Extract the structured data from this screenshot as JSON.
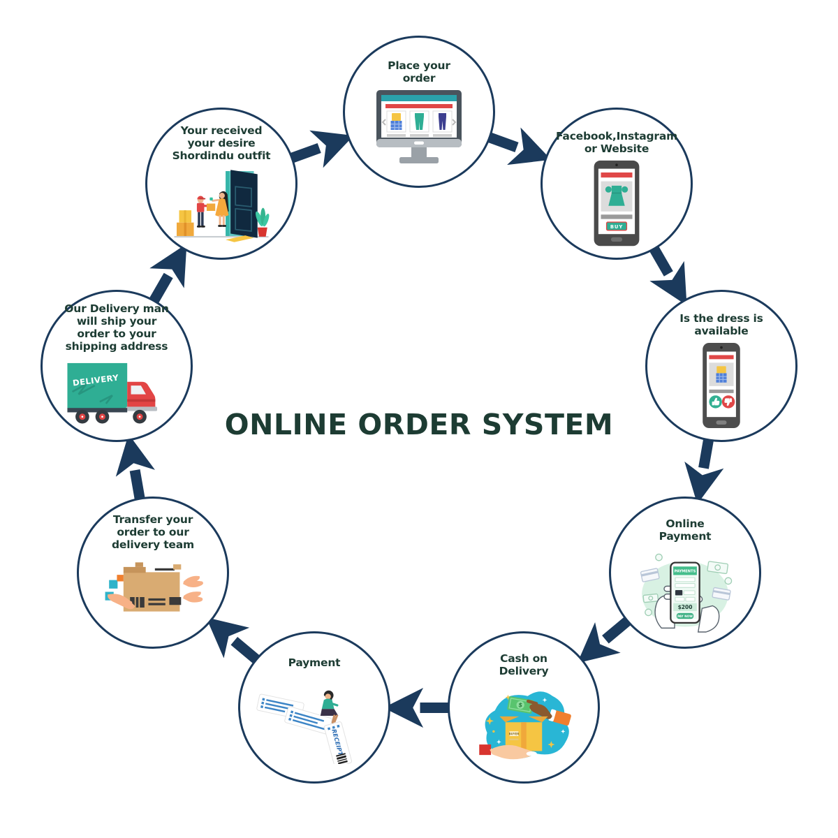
{
  "title": "ONLINE ORDER SYSTEM",
  "colors": {
    "outline_navy": "#1b3a5c",
    "text_green": "#1d3c33",
    "teal": "#2fae94",
    "red": "#e04747",
    "yellow": "#f5c543",
    "sky_blue": "#29b6d5",
    "mint": "#d8f1e3"
  },
  "nodes": [
    {
      "id": "place-order",
      "lines": [
        "Place your",
        "order"
      ],
      "icon": "desktop-clothing-store-icon"
    },
    {
      "id": "order-channels",
      "lines": [
        "Facebook,Instagram",
        "or Website"
      ],
      "icon": "tablet-buy-dress-icon",
      "screen": {
        "buy_button": "BUY"
      }
    },
    {
      "id": "availability-check",
      "lines": [
        "Is the dress is",
        "available"
      ],
      "icon": "phone-thumbs-feedback-icon"
    },
    {
      "id": "online-payment",
      "lines": [
        "Online",
        "Payment"
      ],
      "icon": "hands-mobile-payment-icon",
      "screen": {
        "header": "PAYMENTS",
        "amount": "$200",
        "pay_button": "PAY NOW"
      }
    },
    {
      "id": "cash-on-delivery",
      "lines": [
        "Cash on",
        "Delivery"
      ],
      "icon": "cash-parcel-exchange-icon",
      "details": {
        "box_label": "BUYER",
        "currency_symbol": "$"
      }
    },
    {
      "id": "payment",
      "lines": [
        "Payment"
      ],
      "icon": "winding-receipt-icon",
      "details": {
        "receipt_label": "RECEIPT"
      }
    },
    {
      "id": "transfer-to-delivery",
      "lines": [
        "Transfer your",
        "order to our",
        "delivery team"
      ],
      "icon": "parcel-handoff-icon"
    },
    {
      "id": "shipping",
      "lines": [
        "Our Delivery man",
        "will ship your",
        "order to your",
        "shipping address"
      ],
      "icon": "delivery-truck-icon",
      "details": {
        "truck_label": "DELIVERY"
      }
    },
    {
      "id": "order-received",
      "lines": [
        "Your received",
        "your desire",
        "Shordindu outfit"
      ],
      "icon": "doorstep-delivery-icon"
    }
  ]
}
